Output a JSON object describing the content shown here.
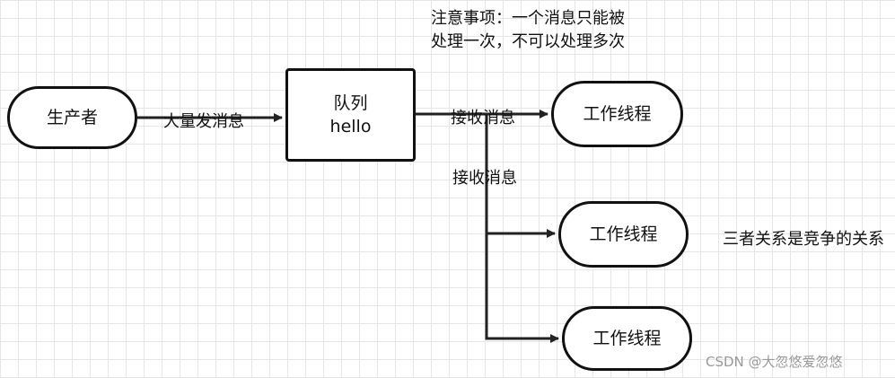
{
  "note": {
    "line1": "注意事项：一个消息只能被",
    "line2": "处理一次，不可以处理多次"
  },
  "nodes": {
    "producer": "生产者",
    "queue_line1": "队列",
    "queue_line2": "hello",
    "worker1": "工作线程",
    "worker2": "工作线程",
    "worker3": "工作线程"
  },
  "edges": {
    "send_label": "大量发消息",
    "receive_label_1": "接收消息",
    "receive_label_2": "接收消息"
  },
  "side_note": "三者关系是竞争的关系",
  "watermark": "CSDN @大忽悠爱忽悠"
}
